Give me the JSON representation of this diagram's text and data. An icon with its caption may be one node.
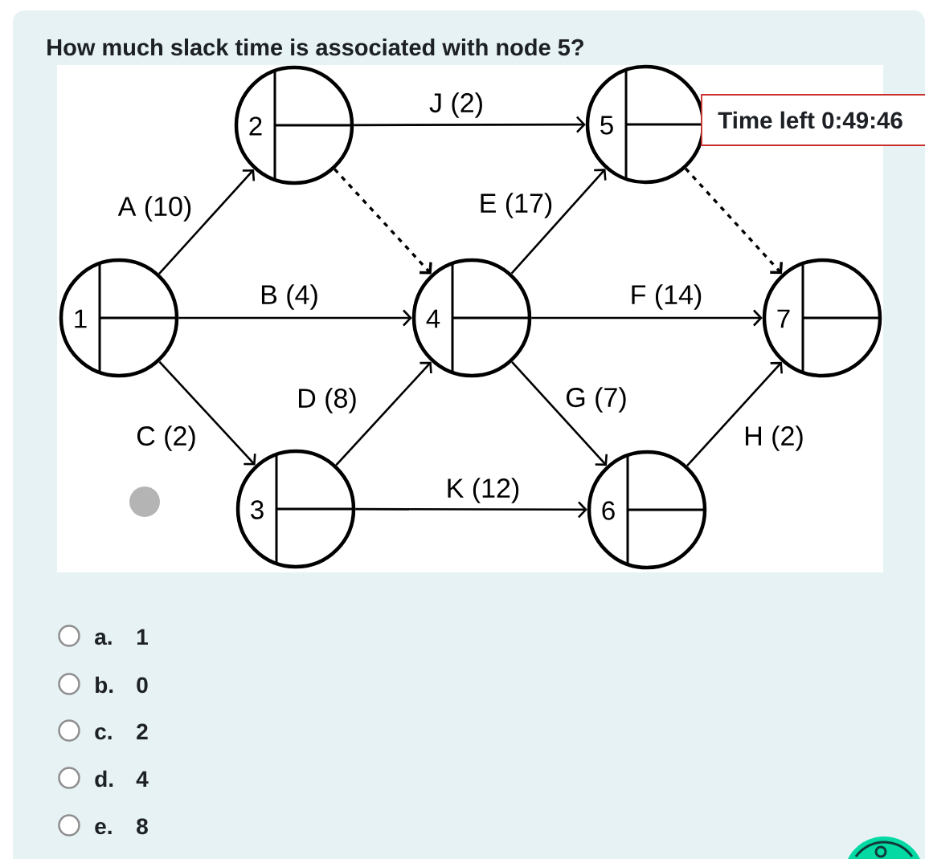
{
  "diagram": {
    "title": "How much slack time is associated with node 5?",
    "nodes": [
      {
        "text": [
          "1"
        ]
      },
      {
        "text": [
          "2"
        ]
      },
      {
        "text": [
          "3"
        ]
      },
      {
        "text": [
          "4"
        ]
      },
      {
        "text": [
          "5"
        ]
      },
      {
        "text": [
          "6"
        ]
      },
      {
        "text": [
          "7"
        ]
      },
      {
        "text": [
          "Time left 0:49:46"
        ]
      }
    ],
    "edges": [
      {
        "from": 0,
        "to": 1,
        "arrow": "to",
        "label": "A (10)"
      },
      {
        "from": 0,
        "to": 3,
        "arrow": "to",
        "label": "B (4)"
      },
      {
        "from": 0,
        "to": 2,
        "arrow": "to",
        "label": "C (2)"
      },
      {
        "from": 2,
        "to": 3,
        "arrow": "to",
        "label": "D (8)"
      },
      {
        "from": 3,
        "to": 4,
        "arrow": "to",
        "label": "E (17)"
      },
      {
        "from": 3,
        "to": 6,
        "arrow": "to",
        "label": "F (14)"
      },
      {
        "from": 3,
        "to": 5,
        "arrow": "to",
        "label": "G (7)"
      },
      {
        "from": 5,
        "to": 6,
        "arrow": "to",
        "label": "H (2)"
      },
      {
        "from": 1,
        "to": 4,
        "arrow": "to",
        "label": "J (2)"
      },
      {
        "from": 2,
        "to": 5,
        "arrow": "to",
        "label": "K (12)"
      },
      {
        "from": 1,
        "to": 3,
        "arrow": "to",
        "style": "dashed"
      },
      {
        "from": 4,
        "to": 6,
        "arrow": "to",
        "style": "dashed"
      }
    ],
    "labels": [
      "a.",
      "1",
      "b.",
      "0",
      "c.",
      "2",
      "d.",
      "4",
      "e.",
      "8"
    ]
  }
}
